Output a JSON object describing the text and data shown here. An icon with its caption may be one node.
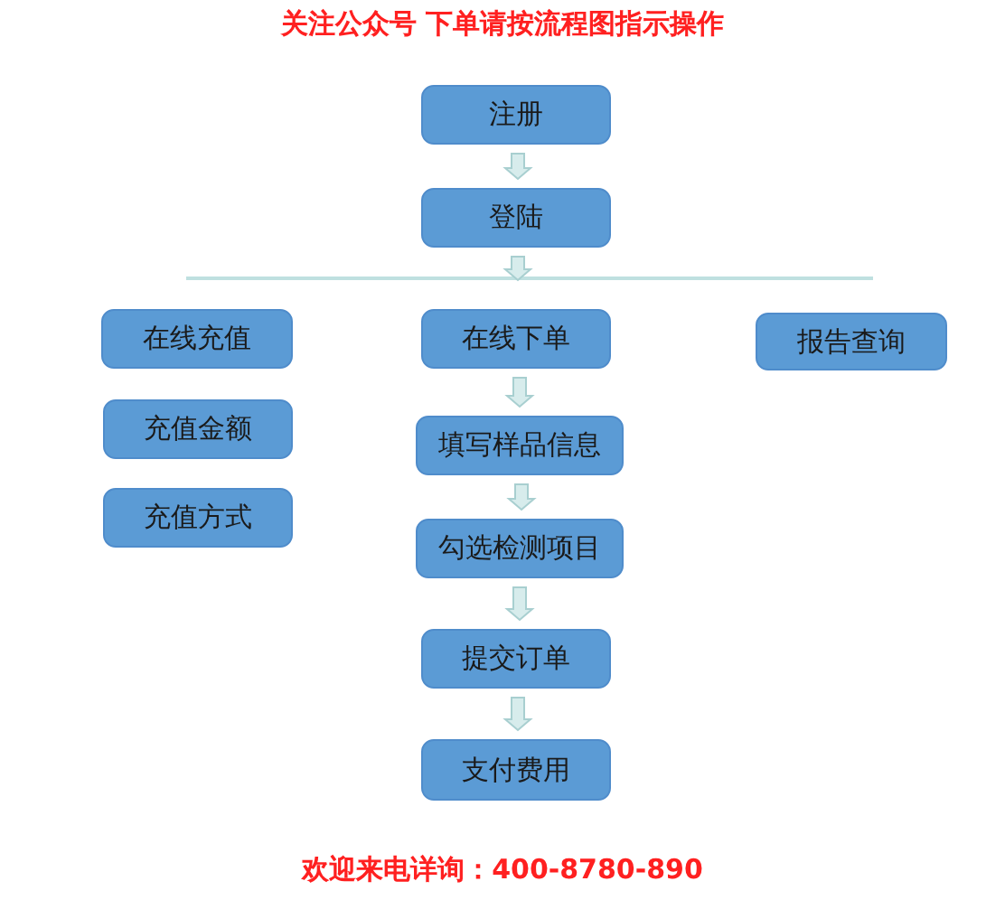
{
  "diagram": {
    "title": "关注公众号 下单请按流程图指示操作",
    "nodes": [
      {
        "text": [
          "注册"
        ]
      },
      {
        "text": [
          "登陆"
        ]
      },
      {
        "text": [
          "在线充值"
        ]
      },
      {
        "text": [
          "在线下单"
        ]
      },
      {
        "text": [
          "报告查询"
        ]
      },
      {
        "text": [
          "充值金额"
        ]
      },
      {
        "text": [
          "填写样品信息"
        ]
      },
      {
        "text": [
          "充值方式"
        ]
      },
      {
        "text": [
          "勾选检测项目"
        ]
      },
      {
        "text": [
          "提交订单"
        ]
      },
      {
        "text": [
          "支付费用"
        ]
      }
    ],
    "edges": [
      {
        "from": 0,
        "to": 1,
        "arrow": "to"
      },
      {
        "from": 1,
        "to": 3,
        "arrow": "to"
      },
      {
        "from": 3,
        "to": 6,
        "arrow": "to"
      },
      {
        "from": 6,
        "to": 8,
        "arrow": "to"
      },
      {
        "from": 8,
        "to": 9,
        "arrow": "to"
      },
      {
        "from": 9,
        "to": 10,
        "arrow": "to"
      }
    ],
    "labels": [
      "欢迎来电详询：400-8780-890"
    ]
  }
}
